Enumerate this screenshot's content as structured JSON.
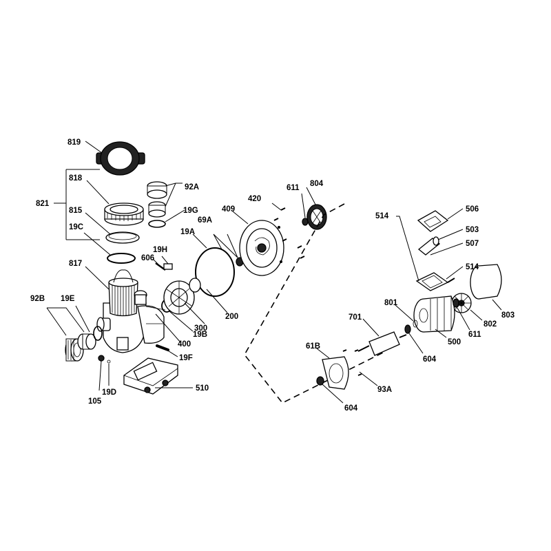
{
  "labels": {
    "p819": "819",
    "p818": "818",
    "p821": "821",
    "p815": "815",
    "p19C": "19C",
    "p817": "817",
    "p92B": "92B",
    "p19E": "19E",
    "p92A": "92A",
    "p19G": "19G",
    "p19H": "19H",
    "p606": "606",
    "p19A": "19A",
    "p69A": "69A",
    "p409": "409",
    "p420": "420",
    "p611a": "611",
    "p804": "804",
    "p300": "300",
    "p19B": "19B",
    "p200": "200",
    "p400": "400",
    "p19F": "19F",
    "p19D": "19D",
    "p105": "105",
    "p510": "510",
    "p514a": "514",
    "p506": "506",
    "p503": "503",
    "p507": "507",
    "p514b": "514",
    "p803": "803",
    "p802": "802",
    "p611b": "611",
    "p801": "801",
    "p701": "701",
    "p500": "500",
    "p604a": "604",
    "p61B": "61B",
    "p93A": "93A",
    "p604b": "604"
  }
}
